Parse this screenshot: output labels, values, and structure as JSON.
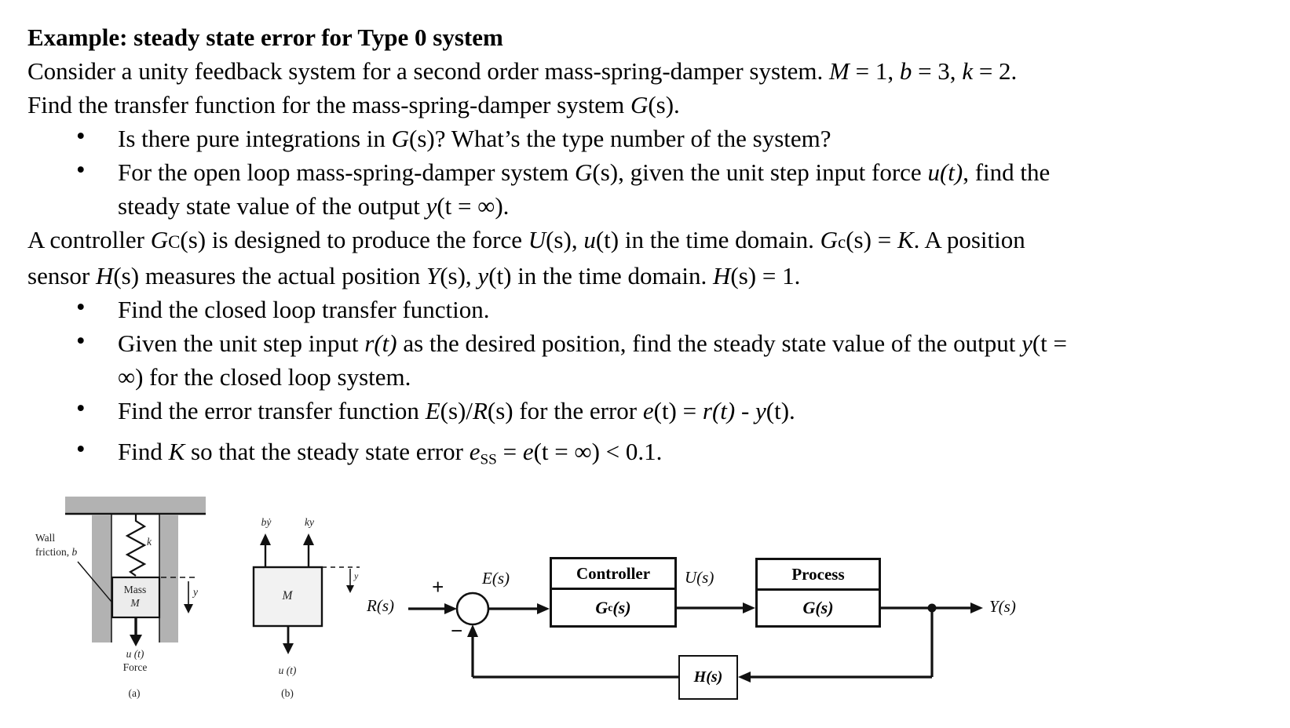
{
  "colors": {
    "ink": "#111111",
    "wall_gray": "#b2b2b2",
    "mass_fill": "#ececec",
    "fbd_fill": "#f2f2f2",
    "paper": "#ffffff"
  },
  "document": {
    "bullet_char": "•",
    "lines": [
      {
        "kind": "heading",
        "segments": [
          {
            "t": "Example: steady state error for Type 0 system",
            "b": true
          }
        ]
      },
      {
        "kind": "para",
        "segments": [
          {
            "t": "Consider a unity feedback system for a second order mass-spring-damper system. "
          },
          {
            "t": "M",
            "i": true
          },
          {
            "t": " = 1, "
          },
          {
            "t": "b",
            "i": true
          },
          {
            "t": " = 3, "
          },
          {
            "t": "k",
            "i": true
          },
          {
            "t": " = 2."
          }
        ]
      },
      {
        "kind": "para",
        "segments": [
          {
            "t": "Find the transfer function for the mass-spring-damper system "
          },
          {
            "t": "G",
            "i": true
          },
          {
            "t": "(s)."
          }
        ]
      },
      {
        "kind": "bullet",
        "segments": [
          {
            "t": "Is there pure integrations in "
          },
          {
            "t": "G",
            "i": true
          },
          {
            "t": "(s)? What’s the type number of the system?"
          }
        ]
      },
      {
        "kind": "bullet",
        "segments": [
          {
            "t": "For the open loop mass-spring-damper system "
          },
          {
            "t": "G",
            "i": true
          },
          {
            "t": "(s), given the unit step input force "
          },
          {
            "t": "u(t)",
            "i": true
          },
          {
            "t": ", find the"
          }
        ]
      },
      {
        "kind": "cont",
        "segments": [
          {
            "t": "steady state value of the output "
          },
          {
            "t": "y",
            "i": true
          },
          {
            "t": "(t = ∞)."
          }
        ]
      },
      {
        "kind": "para",
        "segments": [
          {
            "t": "A controller "
          },
          {
            "t": "G",
            "i": true
          },
          {
            "t": "C",
            "sc": true
          },
          {
            "t": "(s) is designed to produce the force "
          },
          {
            "t": "U",
            "i": true
          },
          {
            "t": "(s), "
          },
          {
            "t": "u",
            "i": true
          },
          {
            "t": "(t) in the time domain. "
          },
          {
            "t": "G",
            "i": true
          },
          {
            "t": "c",
            "sc": true
          },
          {
            "t": "(s) = "
          },
          {
            "t": "K",
            "i": true
          },
          {
            "t": ". A position"
          }
        ]
      },
      {
        "kind": "para",
        "segments": [
          {
            "t": "sensor "
          },
          {
            "t": "H",
            "i": true
          },
          {
            "t": "(s) measures the actual position "
          },
          {
            "t": "Y",
            "i": true
          },
          {
            "t": "(s), "
          },
          {
            "t": "y",
            "i": true
          },
          {
            "t": "(t) in the time domain. "
          },
          {
            "t": "H",
            "i": true
          },
          {
            "t": "(s) = 1."
          }
        ]
      },
      {
        "kind": "bullet",
        "segments": [
          {
            "t": "Find the closed loop transfer function."
          }
        ]
      },
      {
        "kind": "bullet",
        "segments": [
          {
            "t": "Given the unit step input "
          },
          {
            "t": "r(t)",
            "i": true
          },
          {
            "t": " as the desired position, find the steady state value of the output "
          },
          {
            "t": "y",
            "i": true
          },
          {
            "t": "(t ="
          }
        ]
      },
      {
        "kind": "cont",
        "segments": [
          {
            "t": "∞) for the closed loop system."
          }
        ]
      },
      {
        "kind": "bullet",
        "segments": [
          {
            "t": "Find the error transfer function "
          },
          {
            "t": "E",
            "i": true
          },
          {
            "t": "(s)/"
          },
          {
            "t": "R",
            "i": true
          },
          {
            "t": "(s) for the error "
          },
          {
            "t": "e",
            "i": true
          },
          {
            "t": "(t) = "
          },
          {
            "t": "r(t)",
            "i": true
          },
          {
            "t": " - "
          },
          {
            "t": "y",
            "i": true
          },
          {
            "t": "(t)."
          }
        ]
      },
      {
        "kind": "bullet gap",
        "segments": [
          {
            "t": "Find "
          },
          {
            "t": "K",
            "i": true
          },
          {
            "t": " so that the steady state error "
          },
          {
            "t": "e",
            "i": true
          },
          {
            "t": "SS",
            "sub": true
          },
          {
            "t": " = "
          },
          {
            "t": "e",
            "i": true
          },
          {
            "t": "(t = ∞) < 0.1."
          }
        ]
      }
    ]
  },
  "figure_a": {
    "wall_label_line1": "Wall",
    "wall_label_line2": [
      {
        "t": "friction, "
      },
      {
        "t": "b",
        "i": true
      }
    ],
    "spring_label": "k",
    "mass_label_line1": "Mass",
    "mass_label_line2": "M",
    "y_label": "y",
    "force_label_line1": "u (t)",
    "force_label_line2": "Force",
    "caption": "(a)"
  },
  "figure_b": {
    "damper_force_label": "bẏ",
    "spring_force_label": "ky",
    "mass_label": "M",
    "y_label": "y",
    "force_label": "u (t)",
    "caption": "(b)"
  },
  "block_diagram": {
    "input_label": "R(s)",
    "plus_sign": "+",
    "minus_sign": "−",
    "error_label": "E(s)",
    "controller_title": "Controller",
    "controller_tf": [
      {
        "t": "G",
        "i": true
      },
      {
        "t": "c",
        "sub": true
      },
      {
        "t": "(s)",
        "i": true
      }
    ],
    "control_signal_label": "U(s)",
    "process_title": "Process",
    "process_tf": [
      {
        "t": "G(s)",
        "i": true
      }
    ],
    "feedback_tf": [
      {
        "t": "H(s)",
        "i": true
      }
    ],
    "output_label": "Y(s)"
  }
}
